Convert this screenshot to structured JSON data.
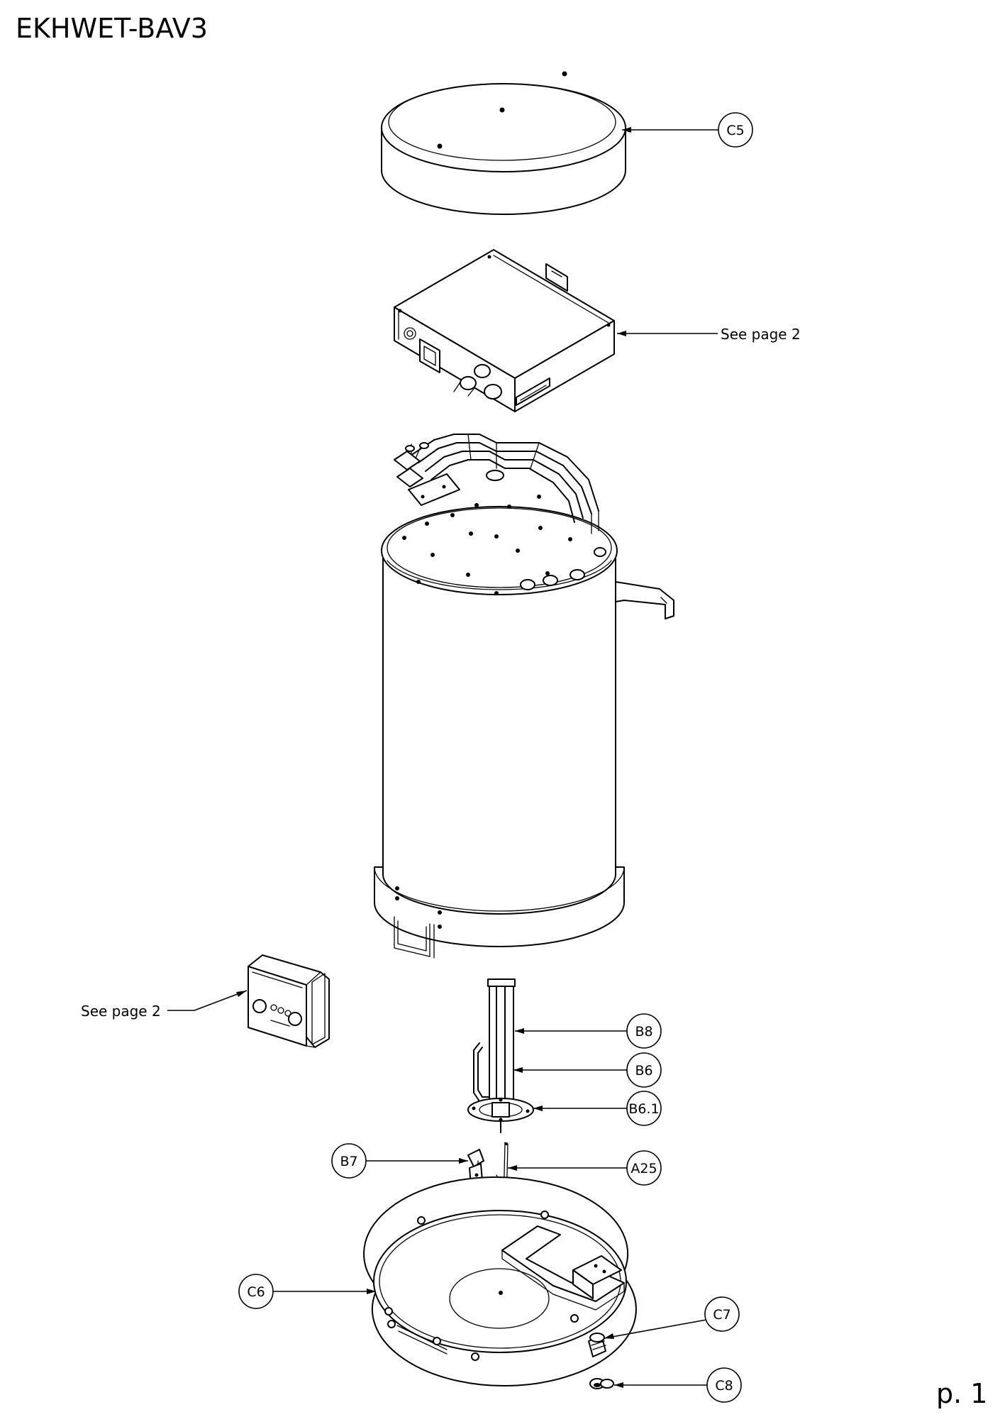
{
  "title": "EKHWET-BAV3",
  "page_number": "p. 1",
  "callouts": {
    "c5": "C5",
    "b8": "B8",
    "b6": "B6",
    "b6_1": "B6.1",
    "b7": "B7",
    "a25": "A25",
    "c6": "C6",
    "c7": "C7",
    "c8": "C8"
  },
  "references": {
    "switch_box": "See page 2",
    "user_interface": "See page 2"
  }
}
